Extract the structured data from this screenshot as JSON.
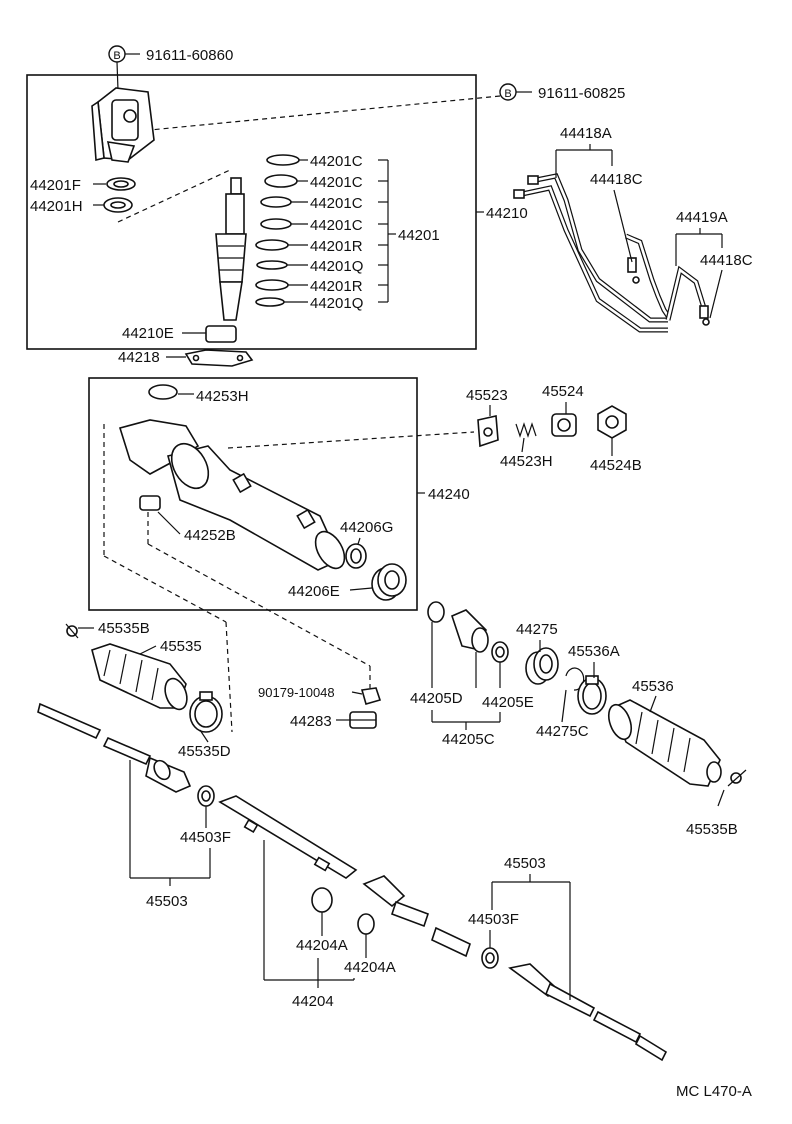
{
  "labels": {
    "b_bolt_top": "91611-60860",
    "b_bolt_right": "91611-60825",
    "b_symbol": "B",
    "seal_f": "44201F",
    "seal_h": "44201H",
    "k1": "44201C",
    "k2": "44201C",
    "k3": "44201C",
    "k4": "44201C",
    "k5": "44201R",
    "k6": "44201Q",
    "k7": "44201R",
    "k8": "44201Q",
    "kit": "44201",
    "valve_assy": "44210",
    "bearing": "44210E",
    "gasket": "44218",
    "tube_a": "44418A",
    "tube_c1": "44418C",
    "tube_b": "44419A",
    "tube_c2": "44418C",
    "bushing_h": "44253H",
    "housing": "44240",
    "bushing_b": "44252B",
    "seal_g": "44206G",
    "seal_e": "44206E",
    "guide": "45523",
    "spring": "44523H",
    "cap": "45524",
    "locknut": "44524B",
    "clip_b_left": "45535B",
    "boot_left": "45535",
    "clamp_left": "45535D",
    "plug": "90179-10048",
    "plug_cap": "44283",
    "oring_d": "44205D",
    "oring_e": "44205E",
    "oring_set": "44205C",
    "cylinder_end": "44275",
    "snap_ring": "44275C",
    "clamp_right": "45536A",
    "boot_right": "45536",
    "clip_b_right": "45535B",
    "lock_left": "44503F",
    "tie_rod_left": "45503",
    "rack": "44204",
    "ring_a1": "44204A",
    "ring_a2": "44204A",
    "tie_rod_right": "45503",
    "lock_right": "44503F",
    "code": "MC L470-A"
  }
}
